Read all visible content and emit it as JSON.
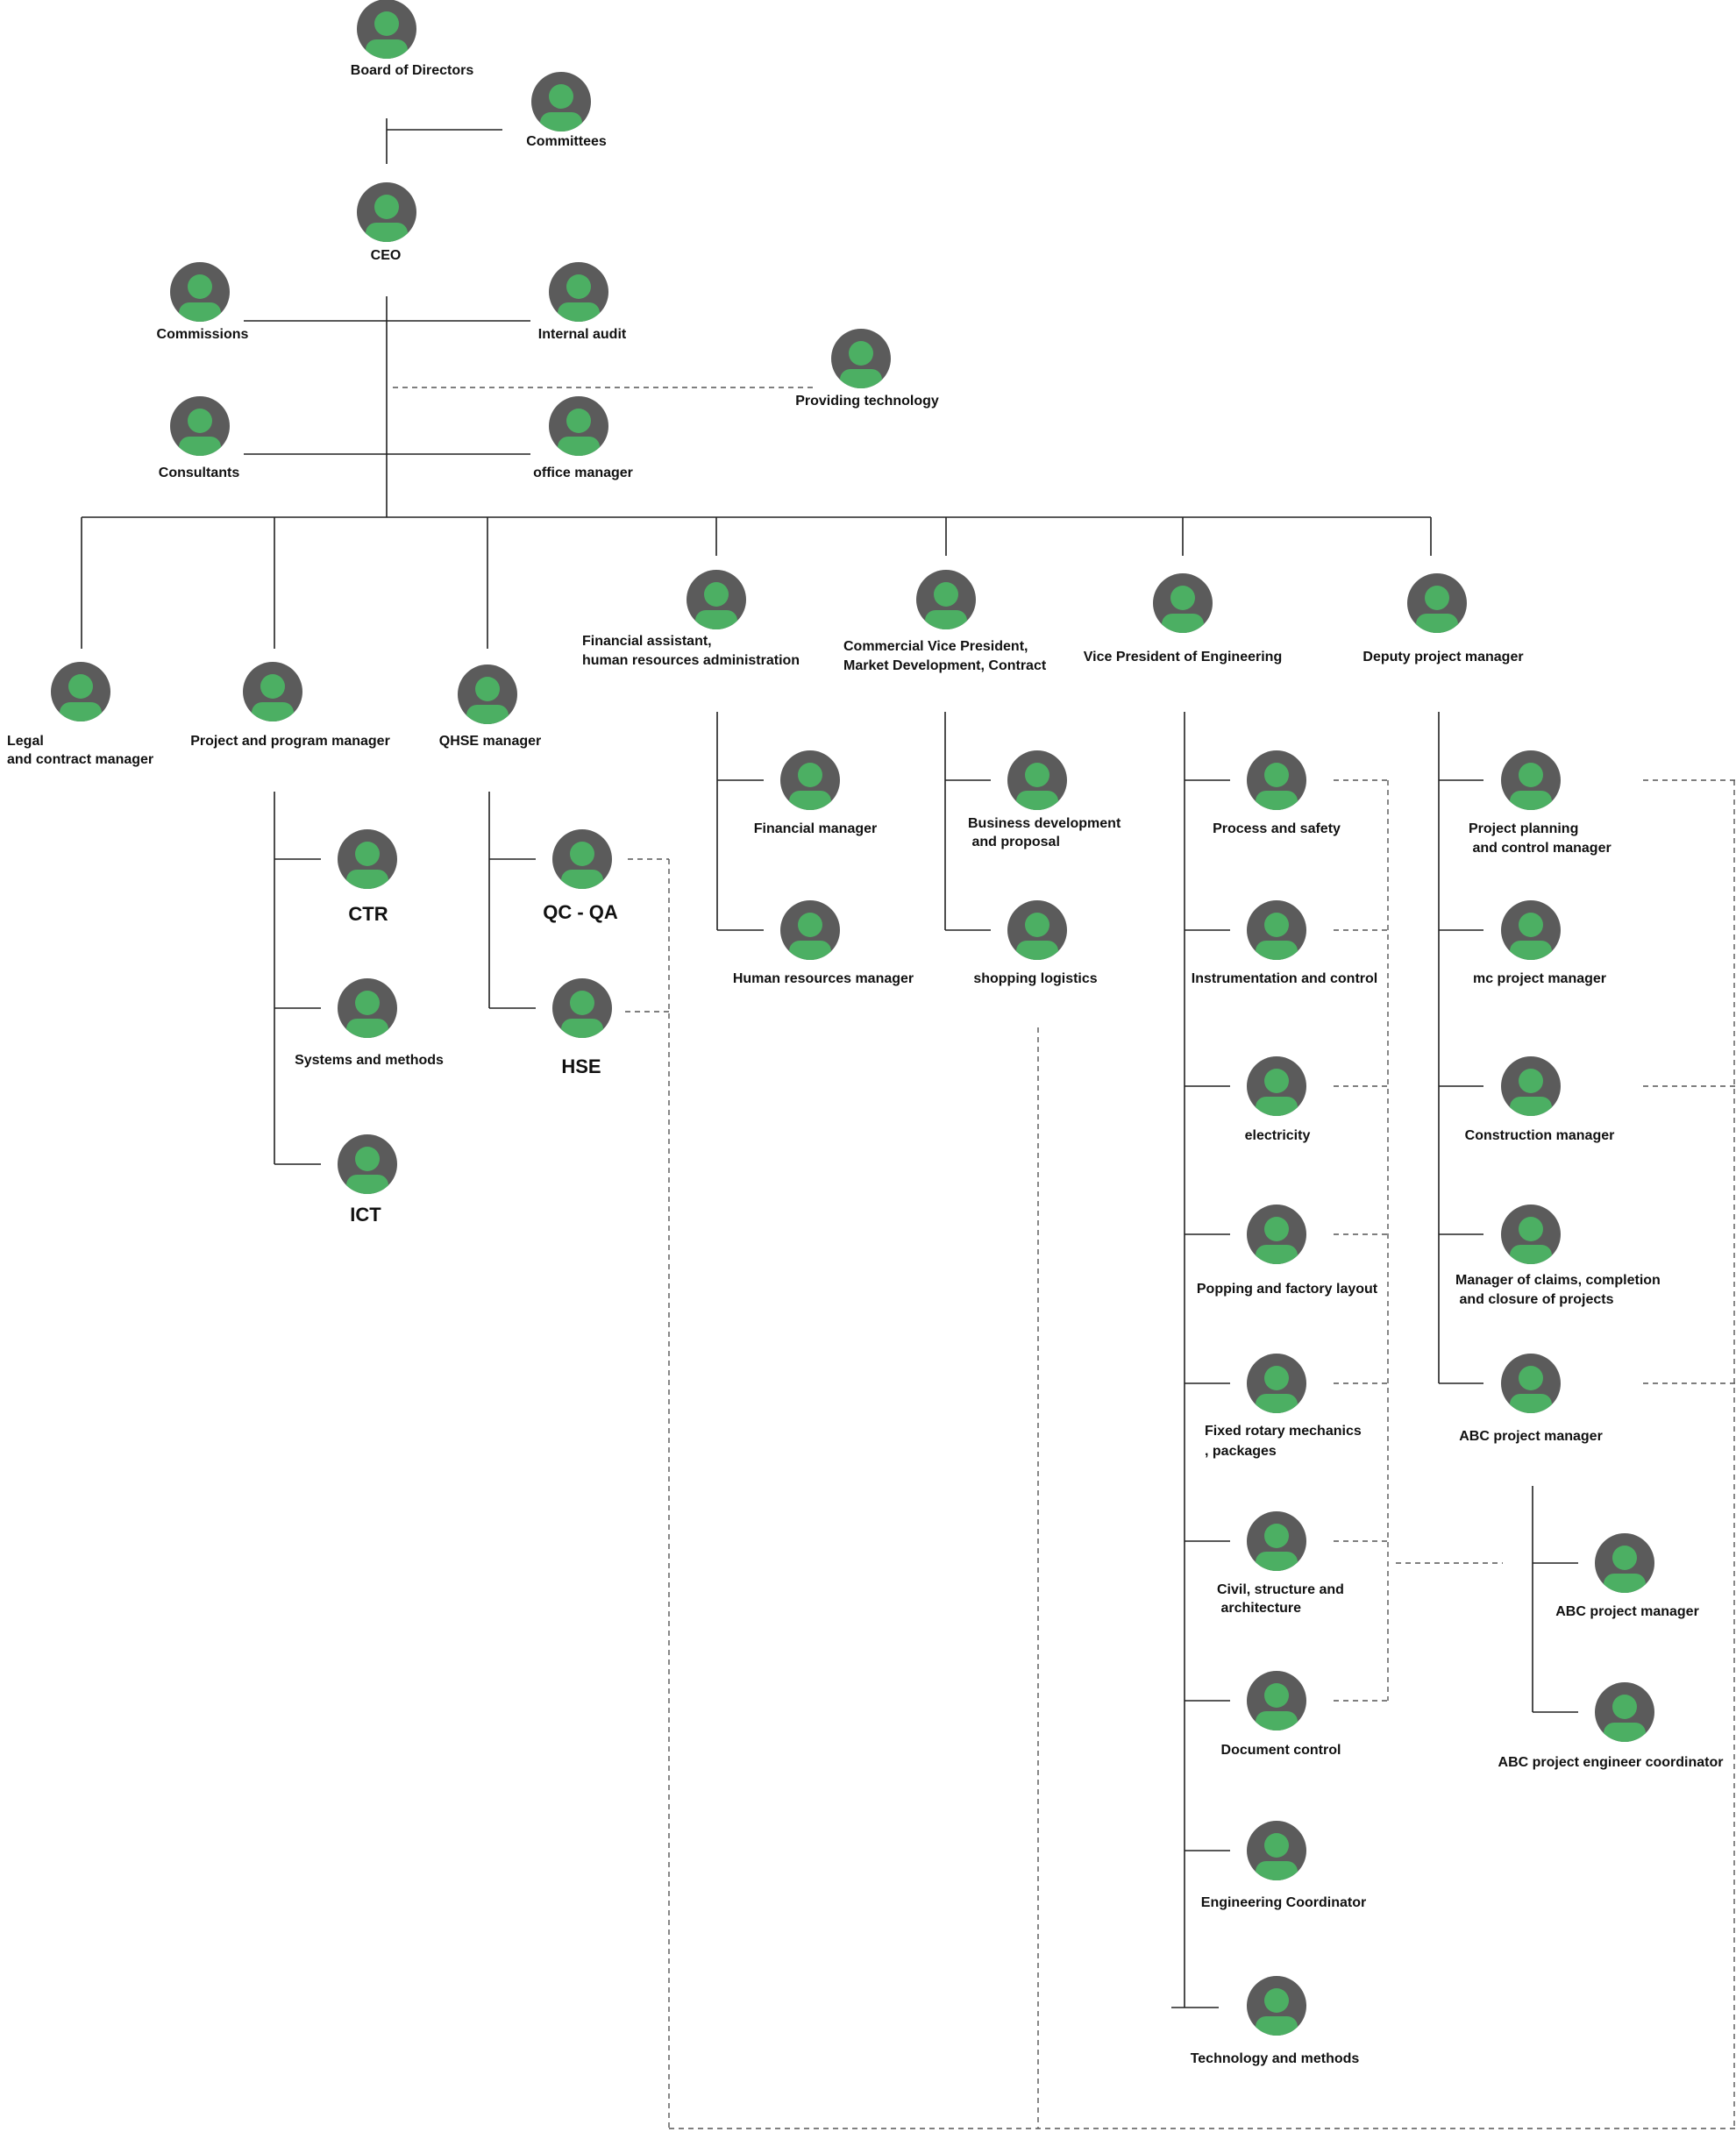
{
  "colors": {
    "avatar_bg": "#5b5b5b",
    "avatar_person": "#4caf63",
    "line": "#222222",
    "dash": "#555555"
  },
  "nodes": [
    {
      "id": "board",
      "name": "board-of-directors-node",
      "lines": [
        "Board of Directors"
      ],
      "icon": "person-avatar-icon"
    },
    {
      "id": "committees",
      "name": "committees-node",
      "lines": [
        "Committees"
      ],
      "icon": "person-avatar-icon"
    },
    {
      "id": "ceo",
      "name": "ceo-node",
      "lines": [
        "CEO"
      ],
      "icon": "person-avatar-icon"
    },
    {
      "id": "commissions",
      "name": "commissions-node",
      "lines": [
        "Commissions"
      ],
      "icon": "person-avatar-icon"
    },
    {
      "id": "audit",
      "name": "internal-audit-node",
      "lines": [
        "Internal audit"
      ],
      "icon": "person-avatar-icon"
    },
    {
      "id": "tech",
      "name": "providing-technology-node",
      "lines": [
        "Providing technology"
      ],
      "icon": "person-avatar-icon"
    },
    {
      "id": "consultants",
      "name": "consultants-node",
      "lines": [
        "Consultants"
      ],
      "icon": "person-avatar-icon"
    },
    {
      "id": "office",
      "name": "office-manager-node",
      "lines": [
        "office manager"
      ],
      "icon": "person-avatar-icon"
    },
    {
      "id": "legal",
      "name": "legal-contract-manager-node",
      "lines": [
        "Legal",
        "and contract manager"
      ],
      "icon": "person-avatar-icon"
    },
    {
      "id": "ppm",
      "name": "project-program-manager-node",
      "lines": [
        "Project and program manager"
      ],
      "icon": "person-avatar-icon"
    },
    {
      "id": "qhse",
      "name": "qhse-manager-node",
      "lines": [
        "QHSE manager"
      ],
      "icon": "person-avatar-icon"
    },
    {
      "id": "fin_asst",
      "name": "financial-assistant-node",
      "lines": [
        "Financial assistant,",
        "human resources administration"
      ],
      "icon": "person-avatar-icon"
    },
    {
      "id": "commercial",
      "name": "commercial-vice-president-node",
      "lines": [
        "Commercial Vice President,",
        "Market Development, Contract"
      ],
      "icon": "person-avatar-icon"
    },
    {
      "id": "vpe",
      "name": "vice-president-engineering-node",
      "lines": [
        "Vice President of Engineering"
      ],
      "icon": "person-avatar-icon"
    },
    {
      "id": "dpm",
      "name": "deputy-project-manager-node",
      "lines": [
        "Deputy project manager"
      ],
      "icon": "person-avatar-icon"
    },
    {
      "id": "ctr",
      "name": "ctr-node",
      "lines": [
        "CTR"
      ],
      "icon": "person-avatar-icon"
    },
    {
      "id": "sysmeth",
      "name": "systems-methods-node",
      "lines": [
        "Systems and methods"
      ],
      "icon": "person-avatar-icon"
    },
    {
      "id": "ict",
      "name": "ict-node",
      "lines": [
        "ICT"
      ],
      "icon": "person-avatar-icon"
    },
    {
      "id": "qcqa",
      "name": "qc-qa-node",
      "lines": [
        "QC - QA"
      ],
      "icon": "person-avatar-icon"
    },
    {
      "id": "hse",
      "name": "hse-node",
      "lines": [
        "HSE"
      ],
      "icon": "person-avatar-icon"
    },
    {
      "id": "finmgr",
      "name": "financial-manager-node",
      "lines": [
        "Financial manager"
      ],
      "icon": "person-avatar-icon"
    },
    {
      "id": "hrmgr",
      "name": "human-resources-manager-node",
      "lines": [
        "Human resources manager"
      ],
      "icon": "person-avatar-icon"
    },
    {
      "id": "bizdev",
      "name": "business-development-node",
      "lines": [
        "Business development",
        " and proposal"
      ],
      "icon": "person-avatar-icon"
    },
    {
      "id": "shopping",
      "name": "shopping-logistics-node",
      "lines": [
        "shopping logistics"
      ],
      "icon": "person-avatar-icon"
    },
    {
      "id": "process",
      "name": "process-safety-node",
      "lines": [
        "Process and safety"
      ],
      "icon": "person-avatar-icon"
    },
    {
      "id": "instr",
      "name": "instrumentation-control-node",
      "lines": [
        "Instrumentation and control"
      ],
      "icon": "person-avatar-icon"
    },
    {
      "id": "elec",
      "name": "electricity-node",
      "lines": [
        "electricity"
      ],
      "icon": "person-avatar-icon"
    },
    {
      "id": "popping",
      "name": "popping-factory-layout-node",
      "lines": [
        "Popping and factory layout"
      ],
      "icon": "person-avatar-icon"
    },
    {
      "id": "rotary",
      "name": "fixed-rotary-mechanics-node",
      "lines": [
        "Fixed rotary mechanics",
        ", packages"
      ],
      "icon": "person-avatar-icon"
    },
    {
      "id": "civil",
      "name": "civil-structure-architecture-node",
      "lines": [
        "Civil, structure and",
        " architecture"
      ],
      "icon": "person-avatar-icon"
    },
    {
      "id": "doc",
      "name": "document-control-node",
      "lines": [
        "Document control"
      ],
      "icon": "person-avatar-icon"
    },
    {
      "id": "engcoord",
      "name": "engineering-coordinator-node",
      "lines": [
        "Engineering Coordinator"
      ],
      "icon": "person-avatar-icon"
    },
    {
      "id": "techmeth",
      "name": "technology-methods-node",
      "lines": [
        "Technology and methods"
      ],
      "icon": "person-avatar-icon"
    },
    {
      "id": "ppc",
      "name": "project-planning-control-manager-node",
      "lines": [
        "Project planning",
        " and control manager"
      ],
      "icon": "person-avatar-icon"
    },
    {
      "id": "mcpm",
      "name": "mc-project-manager-node",
      "lines": [
        "mc project manager"
      ],
      "icon": "person-avatar-icon"
    },
    {
      "id": "constr",
      "name": "construction-manager-node",
      "lines": [
        "Construction manager"
      ],
      "icon": "person-avatar-icon"
    },
    {
      "id": "claims",
      "name": "claims-completion-manager-node",
      "lines": [
        "Manager of claims, completion",
        " and closure of projects"
      ],
      "icon": "person-avatar-icon"
    },
    {
      "id": "abcpm",
      "name": "abc-project-manager-node",
      "lines": [
        "ABC project manager"
      ],
      "icon": "person-avatar-icon"
    },
    {
      "id": "abcpm2",
      "name": "abc-project-manager-sub-node",
      "lines": [
        "ABC project manager"
      ],
      "icon": "person-avatar-icon"
    },
    {
      "id": "abceng",
      "name": "abc-project-engineer-coordinator-node",
      "lines": [
        "ABC project engineer coordinator"
      ],
      "icon": "person-avatar-icon"
    }
  ]
}
